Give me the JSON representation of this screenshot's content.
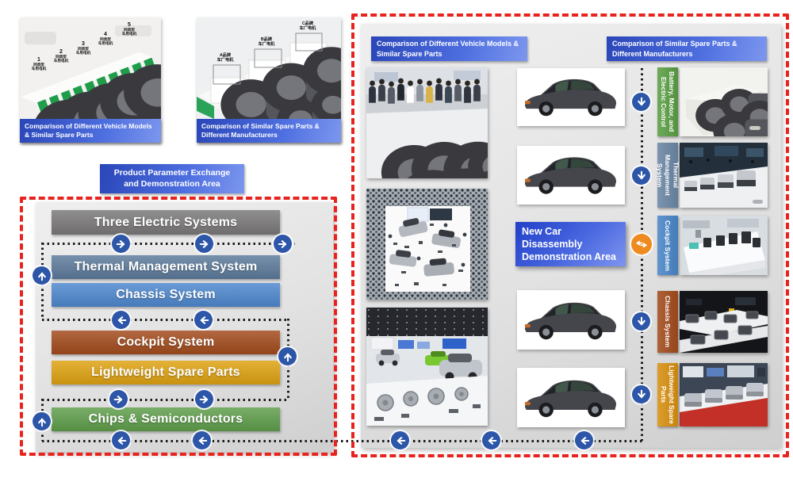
{
  "colors": {
    "red_dashed": "#e8231d",
    "arrow_blue": "#2d56a8",
    "exchange_orange": "#ee8a1f",
    "header_blue": "#2a46b8",
    "dotted_line": "#1b1b1b"
  },
  "top_left": {
    "model_compare": {
      "caption": "Comparison of Different Vehicle Models & Similar Spare Parts",
      "annotations": [
        {
          "num": "1",
          "line1": "同类型",
          "line2": "车用电机"
        },
        {
          "num": "2",
          "line1": "同类型",
          "line2": "车用电机"
        },
        {
          "num": "3",
          "line1": "同类型",
          "line2": "车用电机"
        },
        {
          "num": "4",
          "line1": "同类型",
          "line2": "车用电机"
        },
        {
          "num": "5",
          "line1": "同类型",
          "line2": "车用电机"
        }
      ]
    },
    "manufacturer_compare": {
      "caption": "Comparison of Similar Spare Parts & Different Manufacturers",
      "annotations": [
        {
          "line1": "A品牌",
          "line2": "车厂电机"
        },
        {
          "line1": "B品牌",
          "line2": "车厂电机"
        },
        {
          "line1": "C品牌",
          "line2": "车厂电机"
        }
      ]
    }
  },
  "exchange_area": {
    "title": "Product Parameter Exchange and Demonstration Area",
    "bars": [
      {
        "label": "Three Electric Systems",
        "color": "#7b7979"
      },
      {
        "label": "Thermal Management System",
        "color": "#5d7b9c"
      },
      {
        "label": "Chassis System",
        "color": "#4e88ce"
      },
      {
        "label": "Cockpit System",
        "color": "#a34b1c"
      },
      {
        "label": "Lightweight Spare Parts",
        "color": "#dfa312"
      },
      {
        "label": "Chips & Semiconductors",
        "color": "#5f9e4b"
      }
    ]
  },
  "disassembly_panel": {
    "header_left": "Comparison of Different Vehicle Models & Similar Spare Parts",
    "header_right": "Comparison of Similar Spare Parts & Different Manufacturers",
    "center_box_label": "New Car Disassembly Demonstration Area",
    "rows": [
      {
        "label": "Battery, Motor, and Electric Control",
        "color": "#5a9e43"
      },
      {
        "label": "Thermal Management System",
        "color": "#6b86a4"
      },
      {
        "label": "Cockpit System",
        "color": "#4a86c8"
      },
      {
        "label": "Chassis System",
        "color": "#a34b1c"
      },
      {
        "label": "Lightweight Spare Parts",
        "color": "#d89010"
      }
    ]
  }
}
